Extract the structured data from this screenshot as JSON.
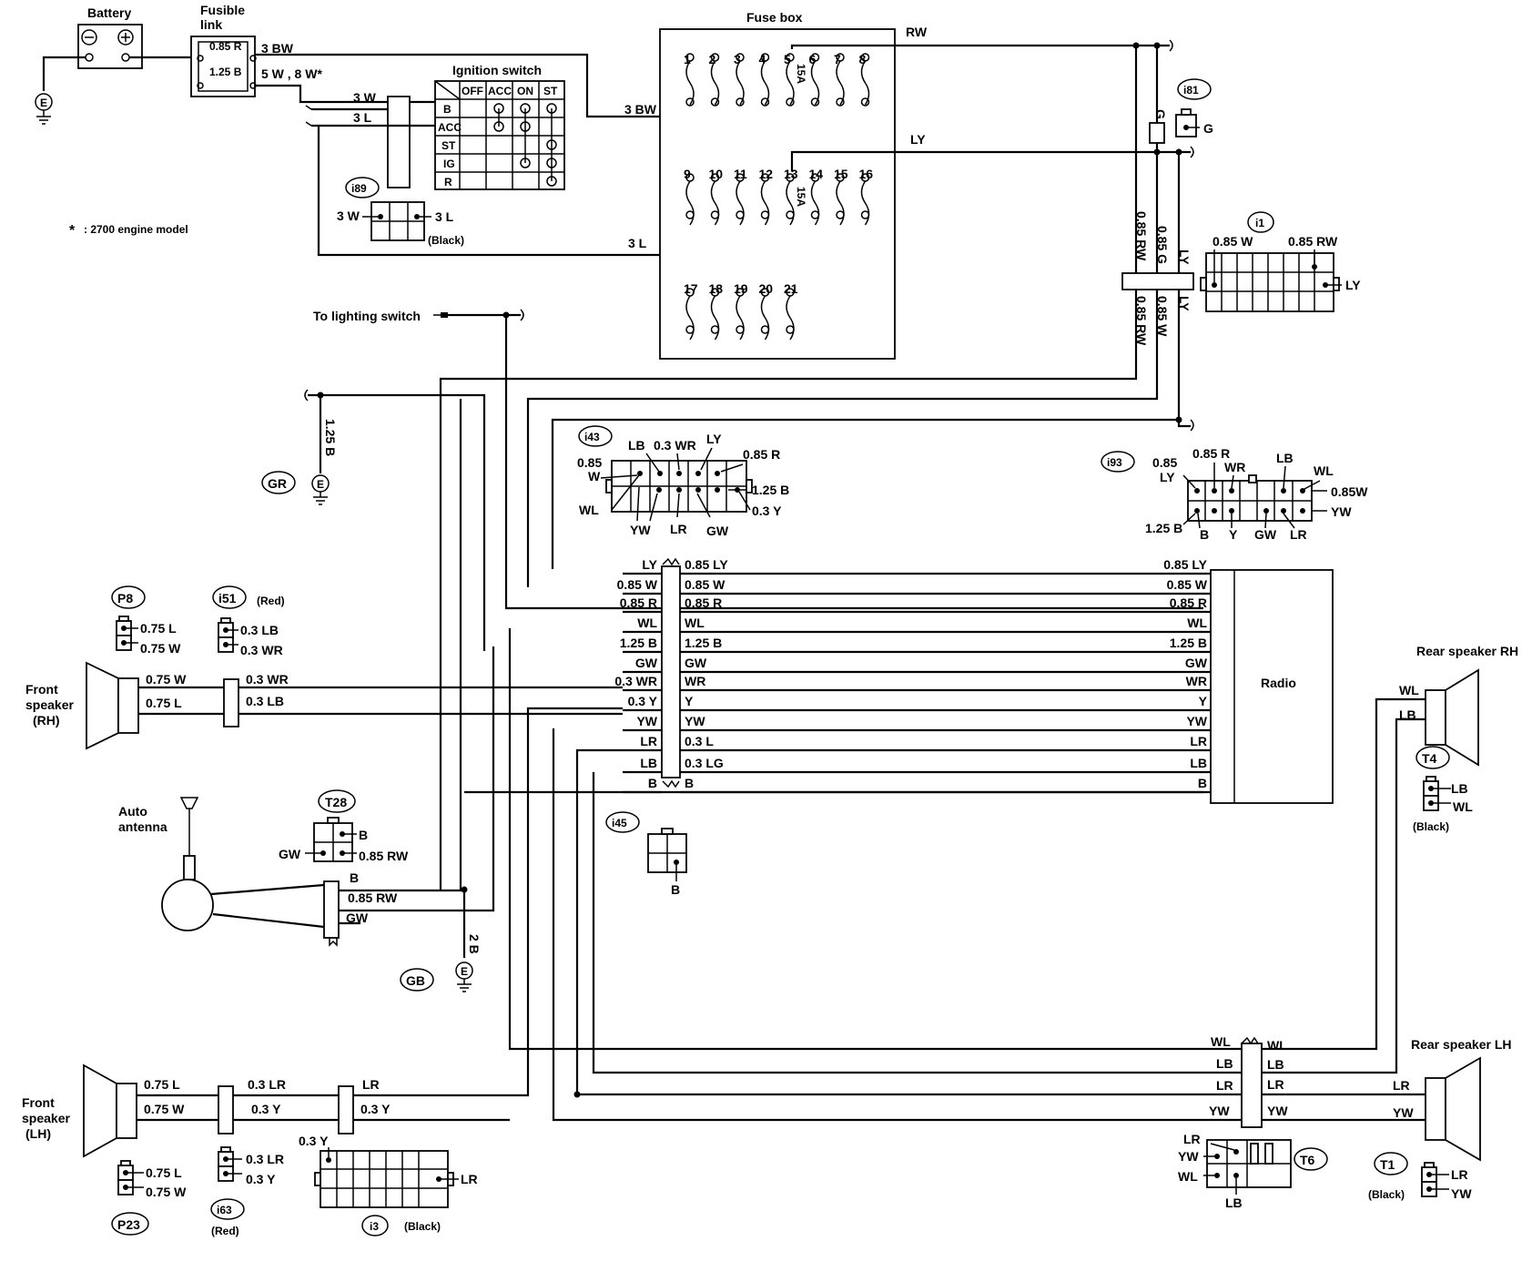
{
  "battery": {
    "title": "Battery",
    "ground": "E"
  },
  "fusible_link": {
    "title_1": "Fusible",
    "title_2": "link",
    "f1": "0.85 R",
    "f2": "1.25 B",
    "out_1": "3 BW",
    "out_2": "5 W , 8 W*"
  },
  "ignition": {
    "title": "Ignition switch",
    "headers": [
      "OFF",
      "ACC",
      "ON",
      "ST"
    ],
    "rows": [
      "B",
      "ACC",
      "ST",
      "IG",
      "R"
    ],
    "wire_w": "3 W",
    "wire_l": "3 L"
  },
  "i89": {
    "id": "i89",
    "left": "3 W",
    "right": "3 L",
    "color": "(Black)"
  },
  "note": {
    "mark": "*",
    "text": ": 2700 engine model"
  },
  "fuse_box": {
    "title": "Fuse box",
    "row1": [
      "1",
      "2",
      "3",
      "4",
      "5",
      "6",
      "7",
      "8"
    ],
    "row2": [
      "9",
      "10",
      "11",
      "12",
      "13",
      "14",
      "15",
      "16"
    ],
    "row3": [
      "17",
      "18",
      "19",
      "20",
      "21"
    ],
    "amp_a": "15A",
    "amp_b": "15A",
    "in_bw": "3 BW",
    "in_l": "3 L",
    "out_rw": "RW",
    "out_ly": "LY"
  },
  "i81": {
    "id": "i81",
    "g1": "G",
    "g2": "G"
  },
  "i1": {
    "id": "i1",
    "w": "0.85 W",
    "rw": "0.85 RW",
    "ly": "LY"
  },
  "vertical_wires": {
    "a": "0.85 RW",
    "b": "0.85 G",
    "c": "LY",
    "d": "0.85 RW",
    "e": "0.85 W",
    "f": "LY"
  },
  "lighting": "To lighting switch",
  "gr": {
    "id": "GR",
    "wire": "1.25 B",
    "e": "E"
  },
  "i43": {
    "id": "i43",
    "lb": "LB",
    "wr": "0.3 WR",
    "ly": "LY",
    "r": "0.85 R",
    "w1": "0.85",
    "w2": "W",
    "b": "1.25 B",
    "wl": "WL",
    "y": "0.3 Y",
    "yw": "YW",
    "lr": "LR",
    "gw": "GW"
  },
  "i93": {
    "id": "i93",
    "ly1": "0.85",
    "ly2": "LY",
    "r": "0.85 R",
    "wr": "WR",
    "lb": "LB",
    "wl": "WL",
    "w": "0.85W",
    "yw": "YW",
    "b125": "1.25 B",
    "b": "B",
    "y": "Y",
    "gw": "GW",
    "lr": "LR"
  },
  "harness": {
    "left": [
      "LY",
      "0.85 W",
      "0.85 R",
      "WL",
      "1.25 B",
      "GW",
      "0.3 WR",
      "0.3 Y",
      "YW",
      "LR",
      "LB",
      "B"
    ],
    "mid": [
      "0.85 LY",
      "0.85 W",
      "0.85 R",
      "WL",
      "1.25 B",
      "GW",
      "WR",
      "Y",
      "YW",
      "0.3 L",
      "0.3 LG",
      "B"
    ],
    "right": [
      "0.85 LY",
      "0.85 W",
      "0.85 R",
      "WL",
      "1.25 B",
      "GW",
      "WR",
      "Y",
      "YW",
      "LR",
      "LB",
      "B"
    ]
  },
  "radio": {
    "title": "Radio"
  },
  "p8": {
    "id": "P8",
    "a": "0.75 L",
    "b": "0.75 W"
  },
  "i51": {
    "id": "i51",
    "color": "(Red)",
    "a": "0.3 LB",
    "b": "0.3 WR"
  },
  "front_rh": {
    "l1": "Front",
    "l2": "speaker",
    "l3": "(RH)",
    "w1": "0.75 W",
    "w2": "0.75 L",
    "w3": "0.3 WR",
    "w4": "0.3 LB"
  },
  "antenna": {
    "l1": "Auto",
    "l2": "antenna",
    "b": "B",
    "rw": "0.85 RW",
    "gw": "GW",
    "ground_wire": "2 B",
    "e": "E"
  },
  "t28": {
    "id": "T28",
    "b": "B",
    "gw": "GW",
    "rw": "0.85 RW"
  },
  "gb": {
    "id": "GB"
  },
  "i45": {
    "id": "i45",
    "b": "B"
  },
  "rear_rh": {
    "title": "Rear speaker RH",
    "wl": "WL",
    "lb": "LB"
  },
  "t4": {
    "id": "T4",
    "lb": "LB",
    "wl": "WL",
    "color": "(Black)"
  },
  "rear_lh": {
    "title": "Rear speaker LH",
    "lr": "LR",
    "yw": "YW"
  },
  "t6_wires": {
    "left": [
      "WL",
      "LB",
      "LR",
      "YW"
    ],
    "right": [
      "WL",
      "LB",
      "LR",
      "YW"
    ]
  },
  "t6": {
    "id": "T6",
    "lr": "LR",
    "yw": "YW",
    "wl": "WL",
    "lb": "LB"
  },
  "t1": {
    "id": "T1",
    "lr": "LR",
    "yw": "YW",
    "color": "(Black)"
  },
  "front_lh": {
    "l1": "Front",
    "l2": "speaker",
    "l3": "(LH)",
    "w1": "0.75 L",
    "w2": "0.75 W",
    "w3": "0.3 LR",
    "w4": "0.3 Y",
    "w5": "LR",
    "w6": "0.3 Y"
  },
  "p23": {
    "id": "P23",
    "a": "0.75 L",
    "b": "0.75 W"
  },
  "i63": {
    "id": "i63",
    "color": "(Red)",
    "a": "0.3 LR",
    "b": "0.3 Y"
  },
  "i3": {
    "id": "i3",
    "color": "(Black)",
    "y": "0.3 Y",
    "lr": "LR"
  }
}
